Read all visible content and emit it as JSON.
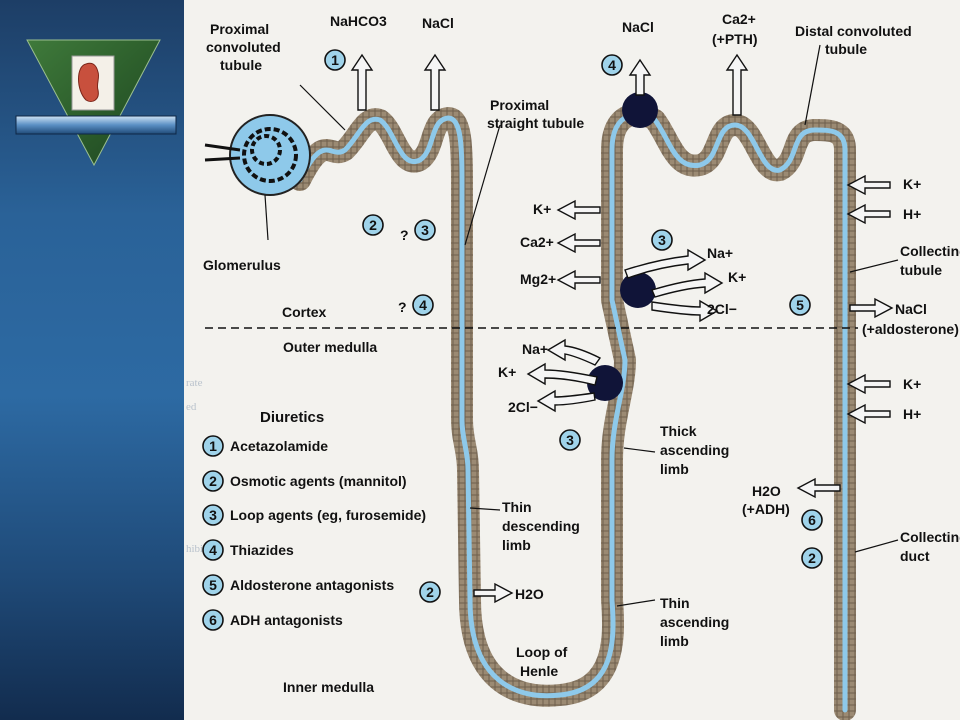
{
  "labels": {
    "pct_label": [
      "Proximal",
      "convoluted",
      "tubule"
    ],
    "pst_label": [
      "Proximal",
      "straight tubule"
    ],
    "dct_label": [
      "Distal convoluted",
      "tubule"
    ],
    "glomerulus": "Glomerulus",
    "cortex": "Cortex",
    "outer_medulla": "Outer medulla",
    "inner_medulla": "Inner medulla",
    "thick_ascending": [
      "Thick",
      "ascending",
      "limb"
    ],
    "thin_descending": [
      "Thin",
      "descending",
      "limb"
    ],
    "thin_ascending": [
      "Thin",
      "ascending",
      "limb"
    ],
    "loop_of_henle": [
      "Loop of",
      "Henle"
    ],
    "collecting_tubule": [
      "Collecting",
      "tubule"
    ],
    "collecting_duct": [
      "Collecting",
      "duct"
    ]
  },
  "ions": {
    "nahco3": "NaHCO3",
    "nacl_pct": "NaCl",
    "nacl_dct": "NaCl",
    "ca_pth": [
      "Ca2+",
      "(+PTH)"
    ],
    "tal_upper": [
      "K+",
      "Ca2+",
      "Mg2+"
    ],
    "nkcc_upper": [
      "Na+",
      "K+",
      "2Cl−"
    ],
    "nkcc_lower": [
      "Na+",
      "K+",
      "2Cl−"
    ],
    "collecting_tubule_in": [
      "K+",
      "H+"
    ],
    "nacl_aldo": [
      "NaCl",
      "(+aldosterone)"
    ],
    "collecting_duct_in": [
      "K+",
      "H+"
    ],
    "h2o_adh": [
      "H2O",
      "(+ADH)"
    ],
    "h2o_thin": "H2O"
  },
  "site_markers": {
    "pct_1": "1",
    "pct_2": "2",
    "pst_q3": "? 3",
    "pst_q4": "? 4",
    "dct_4": "4",
    "tal_3_upper": "3",
    "tal_3_lower": "3",
    "ct_5": "5",
    "cd_6": "6",
    "cd_2": "2",
    "thin_2": "2"
  },
  "legend": {
    "title": "Diuretics",
    "items": [
      {
        "num": "1",
        "name": "Acetazolamide"
      },
      {
        "num": "2",
        "name": "Osmotic agents (mannitol)"
      },
      {
        "num": "3",
        "name": "Loop agents (eg, furosemide)"
      },
      {
        "num": "4",
        "name": "Thiazides"
      },
      {
        "num": "5",
        "name": "Aldosterone antagonists"
      },
      {
        "num": "6",
        "name": "ADH antagonists"
      }
    ]
  },
  "colors": {
    "tubule_wall": "#9b8a73",
    "lumen": "#8ec9ea",
    "transporter": "#101438",
    "marker": "#9fd3ea"
  }
}
